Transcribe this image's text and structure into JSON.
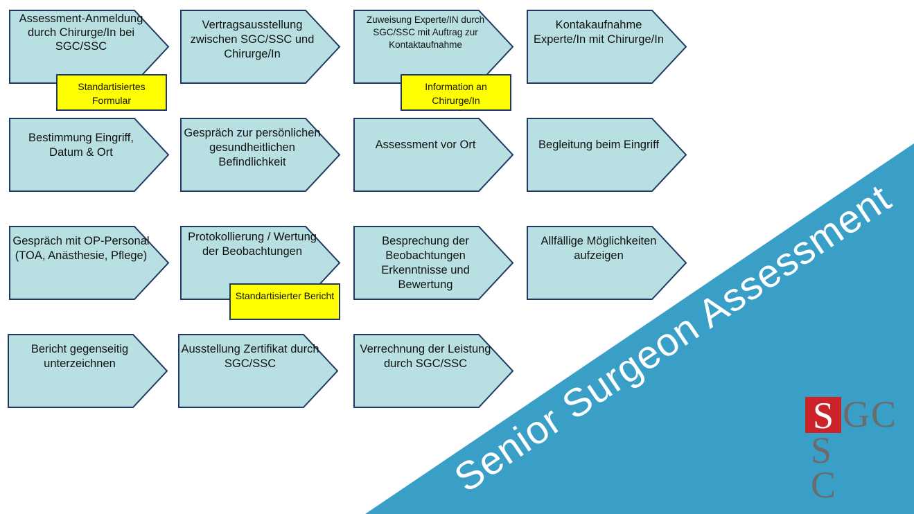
{
  "steps": [
    "Assessment-Anmeldung durch Chirurge/In bei SGC/SSC",
    "Vertragsausstellung zwischen SGC/SSC und Chirurge/In",
    "Zuweisung Experte/IN durch SGC/SSC mit Auftrag zur Kontaktaufnahme",
    "Kontakaufnahme Experte/In mit Chirurge/In",
    "Bestimmung Eingriff, Datum & Ort",
    "Gespräch zur persönlichen gesundheitlichen Befindlichkeit",
    "Assessment vor Ort",
    "Begleitung beim Eingriff",
    "Gespräch mit OP-Personal (TOA, Anästhesie, Pflege)",
    "Protokollierung / Wertung der Beobachtungen",
    "Besprechung der Beobachtungen Erkenntnisse und Bewertung",
    "Allfällige Möglichkeiten aufzeigen",
    "Bericht gegenseitig unterzeichnen",
    "Ausstellung Zertifikat durch SGC/SSC",
    "Verrechnung der Leistung durch SGC/SSC"
  ],
  "notes": [
    "Standartisiertes Formular",
    "Information an Chirurge/In",
    "Standartisierter Bericht"
  ],
  "title": "Senior Surgeon Assessment",
  "logo": {
    "l1": "S",
    "l2": "G",
    "l3": "C",
    "l4": "S",
    "l5": "C"
  },
  "colors": {
    "box": "#b8e0e3",
    "border": "#1f3864",
    "note": "#ffff00",
    "band": "#3a9fc6",
    "logo_red": "#cc2229"
  }
}
